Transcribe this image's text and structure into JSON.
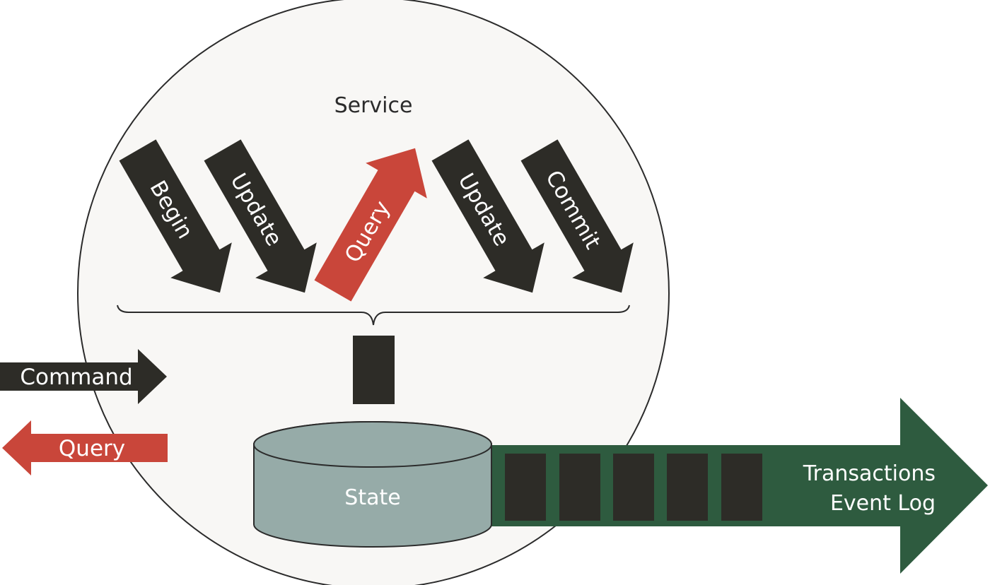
{
  "service": {
    "label": "Service"
  },
  "transaction_arrows": [
    {
      "label": "Begin",
      "direction": "down",
      "color": "#2d2c27"
    },
    {
      "label": "Update",
      "direction": "down",
      "color": "#2d2c27"
    },
    {
      "label": "Query",
      "direction": "up",
      "color": "#c9463a"
    },
    {
      "label": "Update",
      "direction": "down",
      "color": "#2d2c27"
    },
    {
      "label": "Commit",
      "direction": "down",
      "color": "#2d2c27"
    }
  ],
  "command_arrow": {
    "label": "Command",
    "direction": "in",
    "color": "#2d2c27"
  },
  "query_arrow": {
    "label": "Query",
    "direction": "out",
    "color": "#c9463a"
  },
  "state": {
    "label": "State",
    "color": "#96aba8"
  },
  "event_log": {
    "line1": "Transactions",
    "line2": "Event Log",
    "color": "#2e5b3f",
    "event_count": 5
  },
  "colors": {
    "circle_fill": "#f8f7f5",
    "circle_stroke": "#2b2b2b",
    "dark": "#2d2c27",
    "red": "#c9463a",
    "green": "#2e5b3f",
    "state": "#96aba8"
  }
}
